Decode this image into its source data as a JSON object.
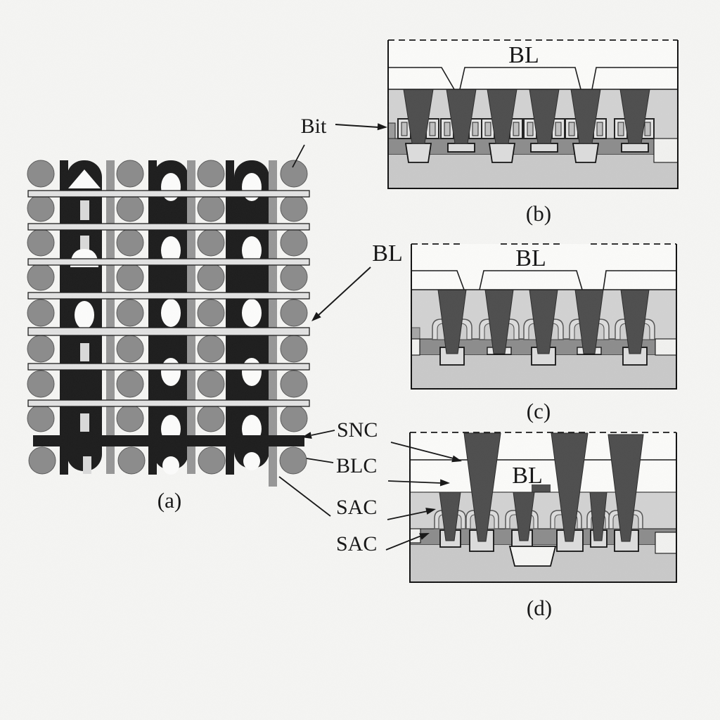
{
  "labels": {
    "bit": "Bit",
    "bl": "BL",
    "snc": "SNC",
    "blc": "BLC",
    "sac_upper": "SAC",
    "sac_lower": "SAC"
  },
  "panels": {
    "a": {
      "caption": "(a)"
    },
    "b": {
      "caption": "(b)",
      "bl": "BL"
    },
    "c": {
      "caption": "(c)",
      "bl": "BL"
    },
    "d": {
      "caption": "(d)",
      "bl": "BL"
    }
  },
  "colors": {
    "background": "#f5f5f3",
    "ink": "#151515",
    "black_pattern": "#1c1c1c",
    "contact_circle_gray": "#8b8b8b",
    "vertical_bar_gray": "#969696",
    "wordline_light": "#e2e2e2",
    "contact_trapezoid_dark": "#4d4d4d",
    "ild_gray": "#d2d2d2",
    "landing_band_gray": "#8c8c8c",
    "substrate_gray": "#c9c9c9",
    "plug_light": "#dcdcdc",
    "white_layer": "#fbfbf9"
  }
}
